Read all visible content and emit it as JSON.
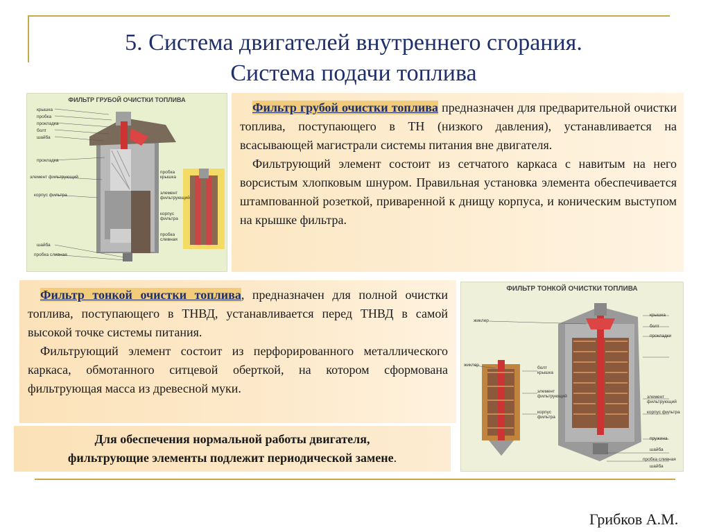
{
  "title": {
    "line1": "5. Система двигателей внутреннего сгорания.",
    "line2": "Система подачи топлива"
  },
  "coarse_filter": {
    "figure_title": "ФИЛЬТР ГРУБОЙ ОЧИСТКИ ТОПЛИВА",
    "labels": {
      "cover": "крышка",
      "plug": "пробка",
      "gasket": "прокладка",
      "bolt": "болт",
      "washer": "шайба",
      "gasket2": "прокладка",
      "filter_element": "элемент фильтрующий",
      "body": "корпус фильтра",
      "washer2": "шайба",
      "drain_plug": "пробка сливная",
      "inset_plug_cover": "пробка крышка",
      "inset_element": "элемент фильтрующий",
      "inset_body": "корпус фильтра",
      "inset_drain": "пробка сливная"
    },
    "highlight": "Фильтр грубой очистки топлива",
    "p1_rest": " предназначен для предварительной очистки топлива, поступающего в ТН (низкого давления), устанавливается на всасывающей магистрали системы питания вне двигателя.",
    "p2": "Фильтрующий элемент состоит из сетчатого каркаса с навитым на него ворсистым хлопковым шнуром. Правильная установка элемента обеспечивается штампованной розеткой, приваренной к днищу корпуса, и коническим выступом на крышке фильтра."
  },
  "fine_filter": {
    "highlight": "Фильтр тонкой очистки топлива",
    "p1_rest": ", предназначен для полной очистки топлива, поступающего в ТНВД, устанавливается перед ТНВД в самой высокой точке системы питания.",
    "p2": "Фильтрующий элемент состоит из перфорированного металлического каркаса, обмотанного ситцевой оберткой, на котором сформована фильтрующая масса из древесной муки.",
    "figure_title": "ФИЛЬТР ТОНКОЙ ОЧИСТКИ ТОПЛИВА",
    "labels": {
      "jiklyor": "жиклер",
      "kryshka": "крышка",
      "bolt": "болт",
      "prokladki": "прокладки",
      "jiklyor2": "жиклер",
      "bolt_kryshka": "болт крышка",
      "element": "элемент фильтрующий",
      "korpus": "корпус фильтра",
      "prujina": "пружина",
      "shayba": "шайба",
      "probka": "пробка сливная",
      "shayba2": "шайба"
    }
  },
  "note": {
    "line1": "Для обеспечения нормальной работы двигателя,",
    "line2": "фильтрующие элементы подлежит периодической замене",
    "period": "."
  },
  "author": "Грибков А.М.",
  "colors": {
    "title": "#1f2f6b",
    "frame": "#c9a84a",
    "highlight_bg": "#f2cc7a",
    "panel_bg": "#fce7c2"
  }
}
